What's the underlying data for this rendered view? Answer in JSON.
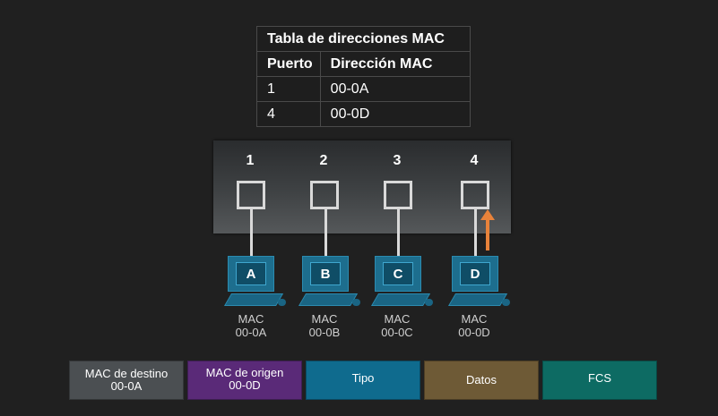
{
  "mac_table": {
    "title": "Tabla de direcciones MAC",
    "headers": [
      "Puerto",
      "Dirección MAC"
    ],
    "rows": [
      {
        "port": "1",
        "mac": "00-0A"
      },
      {
        "port": "4",
        "mac": "00-0D"
      }
    ]
  },
  "switch": {
    "ports": [
      "1",
      "2",
      "3",
      "4"
    ]
  },
  "hosts": [
    {
      "name": "A",
      "mac_label": "MAC",
      "mac": "00-0A"
    },
    {
      "name": "B",
      "mac_label": "MAC",
      "mac": "00-0B"
    },
    {
      "name": "C",
      "mac_label": "MAC",
      "mac": "00-0C"
    },
    {
      "name": "D",
      "mac_label": "MAC",
      "mac": "00-0D"
    }
  ],
  "frame": {
    "fields": [
      {
        "label": "MAC de destino",
        "value": "00-0A",
        "color": "#4b4f52"
      },
      {
        "label": "MAC de origen",
        "value": "00-0D",
        "color": "#5a2a78"
      },
      {
        "label": "Tipo",
        "value": "",
        "color": "#0f6b8e"
      },
      {
        "label": "Datos",
        "value": "",
        "color": "#6e5a36"
      },
      {
        "label": "FCS",
        "value": "",
        "color": "#0d6b63"
      }
    ]
  },
  "colors": {
    "background": "#202020",
    "arrow": "#e8823a",
    "computer": "#1d6e8e"
  }
}
